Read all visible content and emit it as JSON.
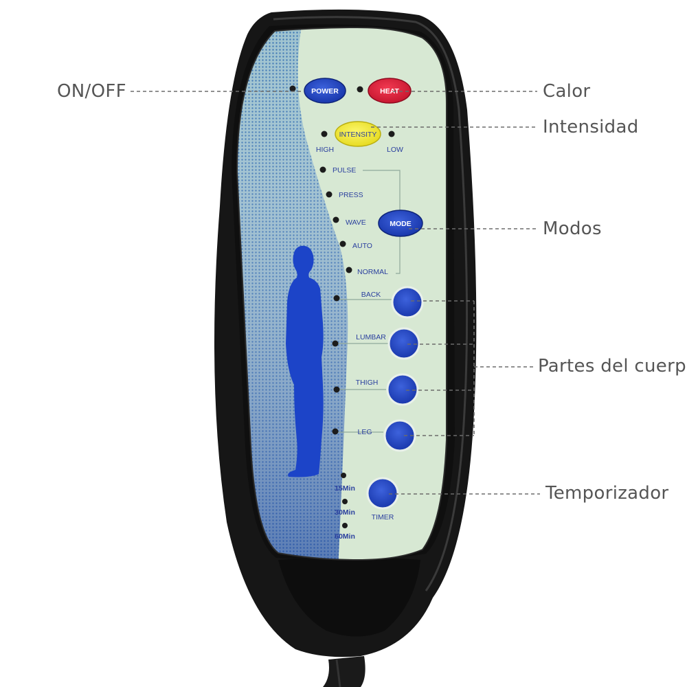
{
  "callouts": {
    "on_off": "ON/OFF",
    "heat": "Calor",
    "intensity": "Intensidad",
    "modes": "Modos",
    "body_parts": "Partes del cuerpo",
    "timer": "Temporizador"
  },
  "remote": {
    "power": "POWER",
    "heat": "HEAT",
    "intensity": "INTENSITY",
    "high": "HIGH",
    "low": "LOW",
    "mode": "MODE",
    "modes": [
      "PULSE",
      "PRESS",
      "WAVE",
      "AUTO",
      "NORMAL"
    ],
    "body_parts": [
      "BACK",
      "LUMBAR",
      "THIGH",
      "LEG"
    ],
    "timer": "TIMER",
    "timer_options": [
      "15Min",
      "30Min",
      "60Min"
    ]
  },
  "colors": {
    "power_button": "#1f44c4",
    "heat_button": "#e0203c",
    "intensity_button": "#f5ee3a",
    "body_button": "#1f44c4",
    "panel": "#d6e8d2",
    "figure": "#1c44c8"
  }
}
